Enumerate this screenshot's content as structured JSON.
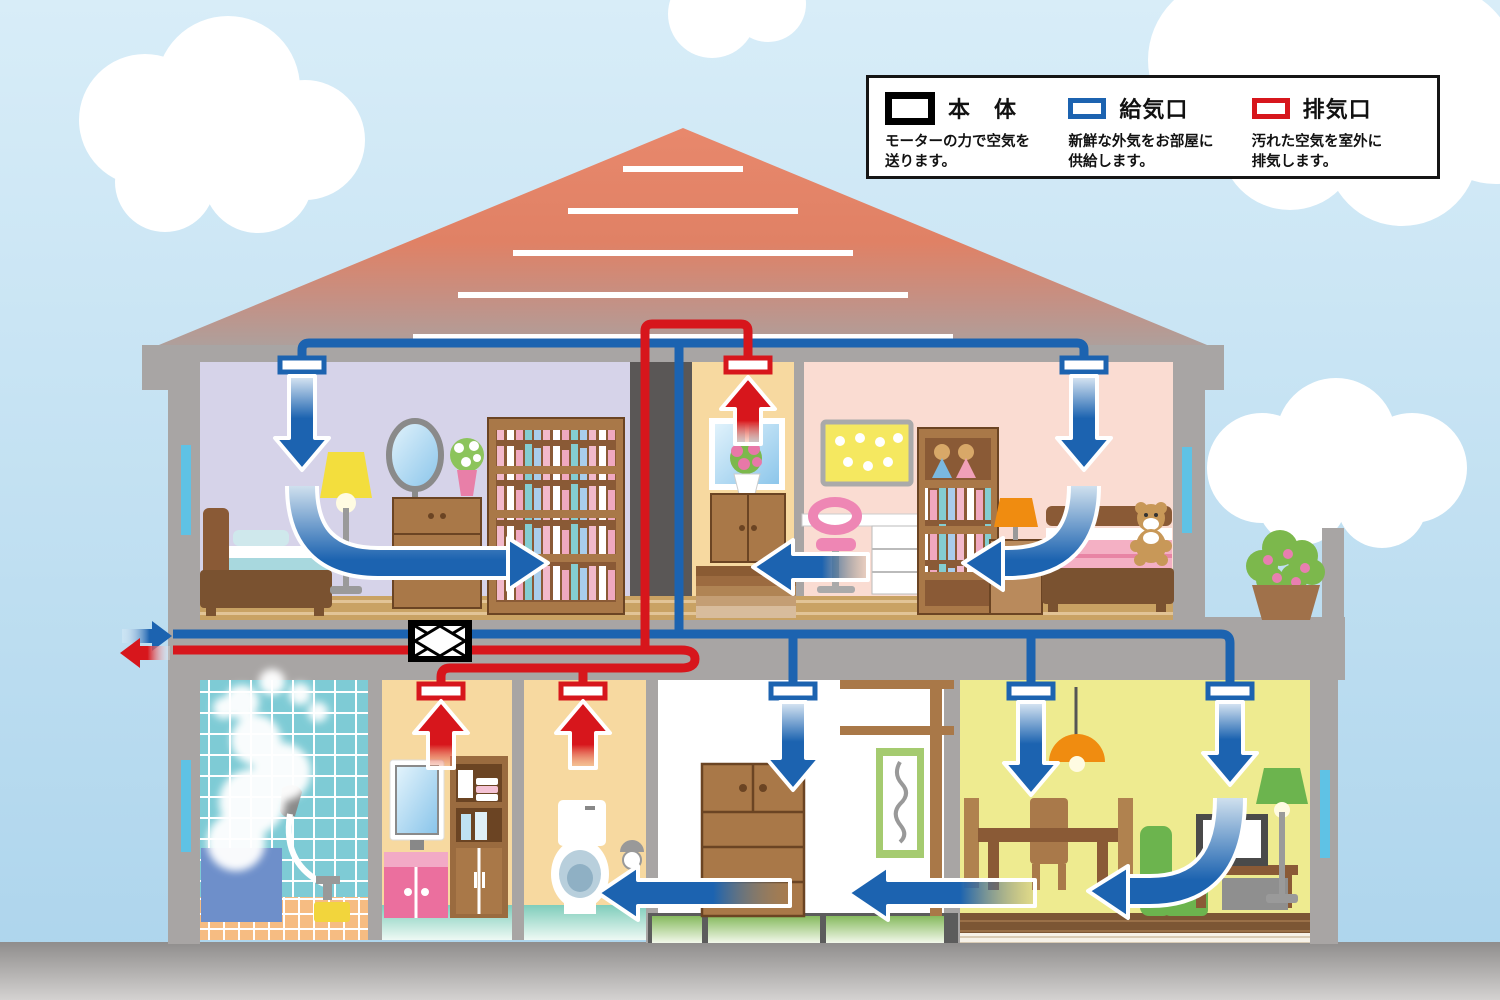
{
  "legend": {
    "items": [
      {
        "label": "本　体",
        "desc_line1": "モーターの力で空気を",
        "desc_line2": "送ります。",
        "swatch_color": "#000000"
      },
      {
        "label": "給気口",
        "desc_line1": "新鮮な外気をお部屋に",
        "desc_line2": "供給します。",
        "swatch_color": "#1c63b0"
      },
      {
        "label": "排気口",
        "desc_line1": "汚れた空気を室外に",
        "desc_line2": "排気します。",
        "swatch_color": "#d7161c"
      }
    ]
  },
  "colors": {
    "supply_blue": "#1c63b0",
    "exhaust_red": "#d7161c",
    "unit_black": "#000000",
    "roof_salmon": "#e5846a",
    "structure_gray": "#a8a5a4",
    "duct_dark_gray": "#5a5756",
    "sky_top": "#d8edf8",
    "sky_bottom": "#acd4ec",
    "bedroom_wall": "#d6d3e9",
    "kids_room_wall": "#fadcd2",
    "landing_wall": "#f7d9a0",
    "bathroom_tile": "#7ecbd5",
    "dining_wall": "#eeeb90",
    "tatami_green": "#86ba5e"
  }
}
